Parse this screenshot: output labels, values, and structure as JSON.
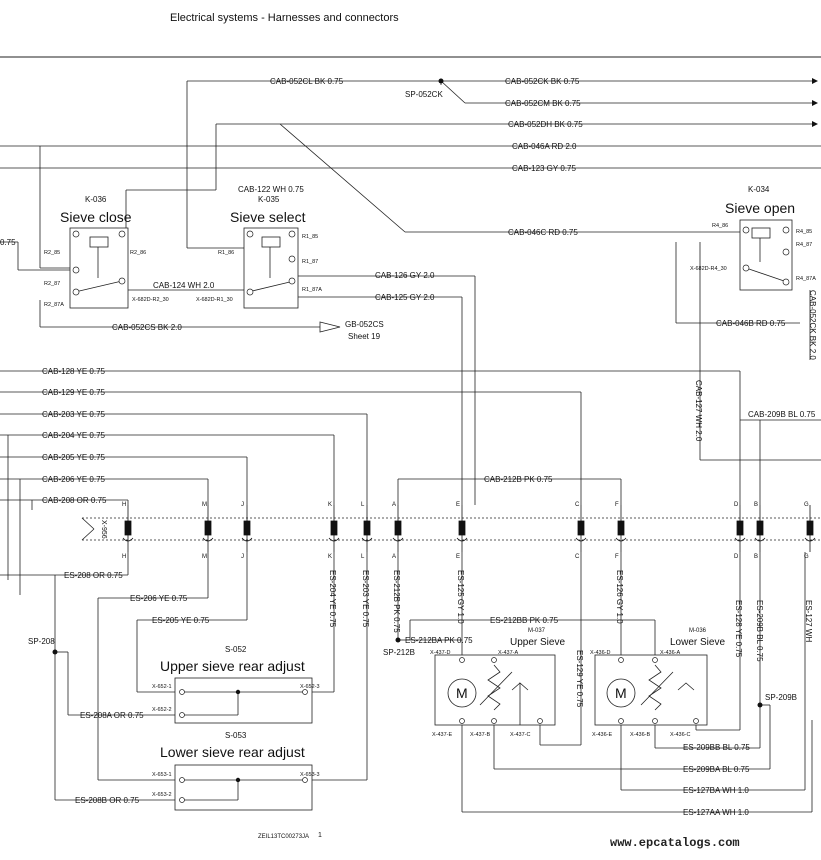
{
  "header": {
    "title": "Electrical systems - Harnesses and connectors"
  },
  "footer": {
    "code": "ZEIL13TC00273JA",
    "page": "1",
    "brand": "www.epcatalogs.com"
  },
  "components": {
    "k036": {
      "id": "K-036",
      "title": "Sieve close",
      "pins": [
        "R2_85",
        "R2_86",
        "R2_87",
        "R2_87A",
        "X-682D-R2_30"
      ]
    },
    "k035": {
      "id": "K-035",
      "title": "Sieve select",
      "pins": [
        "R1_86",
        "R1_85",
        "R1_87",
        "R1_87A",
        "X-682D-R1_30"
      ]
    },
    "k034": {
      "id": "K-034",
      "title": "Sieve open",
      "pins": [
        "R4_86",
        "R4_87",
        "R4_85",
        "R4_87A",
        "X-682D-R4_30"
      ]
    },
    "s052": {
      "id": "S-052",
      "title": "Upper sieve rear adjust",
      "pins": [
        "X-652-1",
        "X-652-2",
        "X-652-3"
      ]
    },
    "s053": {
      "id": "S-053",
      "title": "Lower sieve rear adjust",
      "pins": [
        "X-653-1",
        "X-653-2",
        "X-653-3"
      ]
    },
    "m037": {
      "id": "M-037",
      "title": "Upper Sieve",
      "pins": [
        "X-437-D",
        "X-437-A",
        "X-437-E",
        "X-437-B",
        "X-437-C"
      ]
    },
    "m036": {
      "id": "M-036",
      "title": "Lower Sieve",
      "pins": [
        "X-436-D",
        "X-436-A",
        "X-436-E",
        "X-436-B",
        "X-436-C"
      ]
    },
    "x956": {
      "id": "X-956",
      "pins": [
        "H",
        "M",
        "J",
        "K",
        "L",
        "A",
        "E",
        "C",
        "F",
        "D",
        "B",
        "G"
      ]
    },
    "motor_symbol": "M"
  },
  "splices": {
    "sp052ck": "SP-052CK",
    "sp208": "SP-208",
    "sp212b": "SP-212B",
    "sp209b": "SP-209B",
    "gb052cs": "GB-052CS",
    "sheet": "Sheet 19"
  },
  "wires": {
    "cab052cl": "CAB-052CL BK 0.75",
    "cab052ck": "CAB-052CK BK 0.75",
    "cab052cm": "CAB-052CM BK 0.75",
    "cab052dh": "CAB-052DH BK 0.75",
    "cab046a": "CAB-046A RD 2.0",
    "cab123": "CAB-123 GY 0.75",
    "cab122": "CAB-122 WH 0.75",
    "cab046c": "CAB-046C RD 0.75",
    "cab124": "CAB-124 WH 2.0",
    "cab126": "CAB-126 GY 2.0",
    "cab125": "CAB-125 GY 2.0",
    "cab052cs": "CAB-052CS BK 2.0",
    "cab046b": "CAB-046B RD 0.75",
    "cab052ck_v": "CAB-052CK BK 2.0",
    "cab128": "CAB-128 YE 0.75",
    "cab129": "CAB-129 YE 0.75",
    "cab203": "CAB-203 YE 0.75",
    "cab204": "CAB-204 YE 0.75",
    "cab205": "CAB-205 YE 0.75",
    "cab206": "CAB-206 YE 0.75",
    "cab208": "CAB-208 OR 0.75",
    "cab212b": "CAB-212B PK 0.75",
    "cab127": "CAB-127 WH 2.0",
    "cab209b": "CAB-209B BL 0.75",
    "left_075": "0.75",
    "es208": "ES-208 OR 0.75",
    "es206": "ES-206 YE 0.75",
    "es205": "ES-205 YE 0.75",
    "es204": "ES-204 YE 0.75",
    "es203": "ES-203 YE 0.75",
    "es212b": "ES-212B PK 0.75",
    "es125": "ES-125 GY 1.0",
    "es129": "ES-129 YE 0.75",
    "es126": "ES-126 GY 1.0",
    "es128": "ES-128 YE 0.75",
    "es209b": "ES-209B BL 0.75",
    "es127": "ES-127 WH",
    "es212bb": "ES-212BB PK 0.75",
    "es212ba": "ES-212BA PK 0.75",
    "es208a": "ES-208A OR 0.75",
    "es208b": "ES-208B OR 0.75",
    "es209bb": "ES-209BB BL 0.75",
    "es209ba": "ES-209BA BL 0.75",
    "es127ba": "ES-127BA WH 1.0",
    "es127aa": "ES-127AA WH 1.0"
  }
}
